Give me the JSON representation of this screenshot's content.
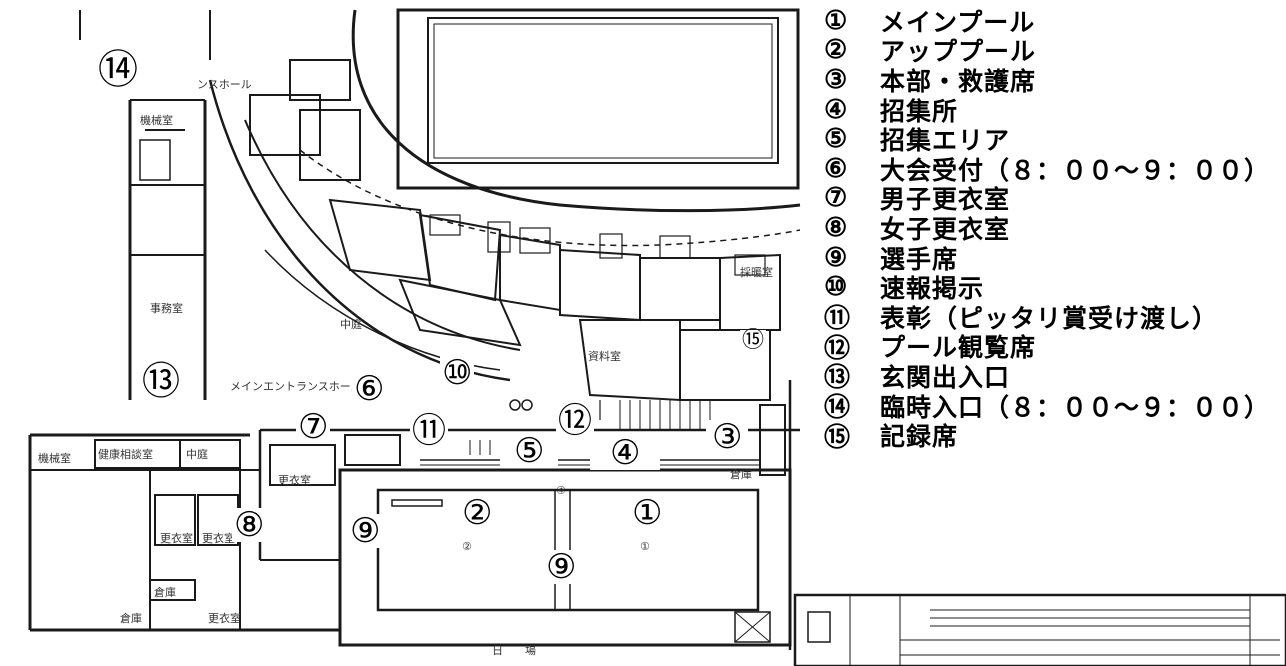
{
  "legend": [
    {
      "num": "①",
      "label": "メインプール"
    },
    {
      "num": "②",
      "label": "アッププール"
    },
    {
      "num": "③",
      "label": "本部・救護席"
    },
    {
      "num": "④",
      "label": "招集所"
    },
    {
      "num": "⑤",
      "label": "招集エリア"
    },
    {
      "num": "⑥",
      "label": "大会受付（８：００～９：００）"
    },
    {
      "num": "⑦",
      "label": "男子更衣室"
    },
    {
      "num": "⑧",
      "label": "女子更衣室"
    },
    {
      "num": "⑨",
      "label": "選手席"
    },
    {
      "num": "⑩",
      "label": "速報掲示"
    },
    {
      "num": "⑪",
      "label": "表彰（ピッタリ賞受け渡し）"
    },
    {
      "num": "⑫",
      "label": "プール観覧席"
    },
    {
      "num": "⑬",
      "label": "玄関出入口"
    },
    {
      "num": "⑭",
      "label": "臨時入口（８：００～９：００）"
    },
    {
      "num": "⑮",
      "label": "記録席"
    }
  ],
  "markers": {
    "m1": "①",
    "m2": "②",
    "m3": "③",
    "m4": "④",
    "m5": "⑤",
    "m6": "⑥",
    "m7": "⑦",
    "m8": "⑧",
    "m9a": "⑨",
    "m9b": "⑨",
    "m10": "⑩",
    "m11": "⑪",
    "m12": "⑫",
    "m13": "⑬",
    "m14": "⑭",
    "m15": "⑮"
  },
  "plan_labels": {
    "entrance_hall": "ンスホール",
    "main_entrance": "メインエントランスホール",
    "office": "事務室",
    "courtyard": "中庭",
    "storage_room": "資料室",
    "machine_room": "機械室",
    "machine_room2": "機械室",
    "health_room": "健康相談室",
    "changing_room": "更衣室",
    "changing_room_w1": "更衣室",
    "changing_room_w2": "更衣室",
    "changing_room_3": "更衣室",
    "store1": "倉庫",
    "store2": "倉庫",
    "store3": "倉庫",
    "courtyard2": "中庭",
    "lane2": "②",
    "lane1": "①",
    "lane4": "④",
    "bottom_text": "日　　場",
    "monitor_room": "採暖室"
  }
}
